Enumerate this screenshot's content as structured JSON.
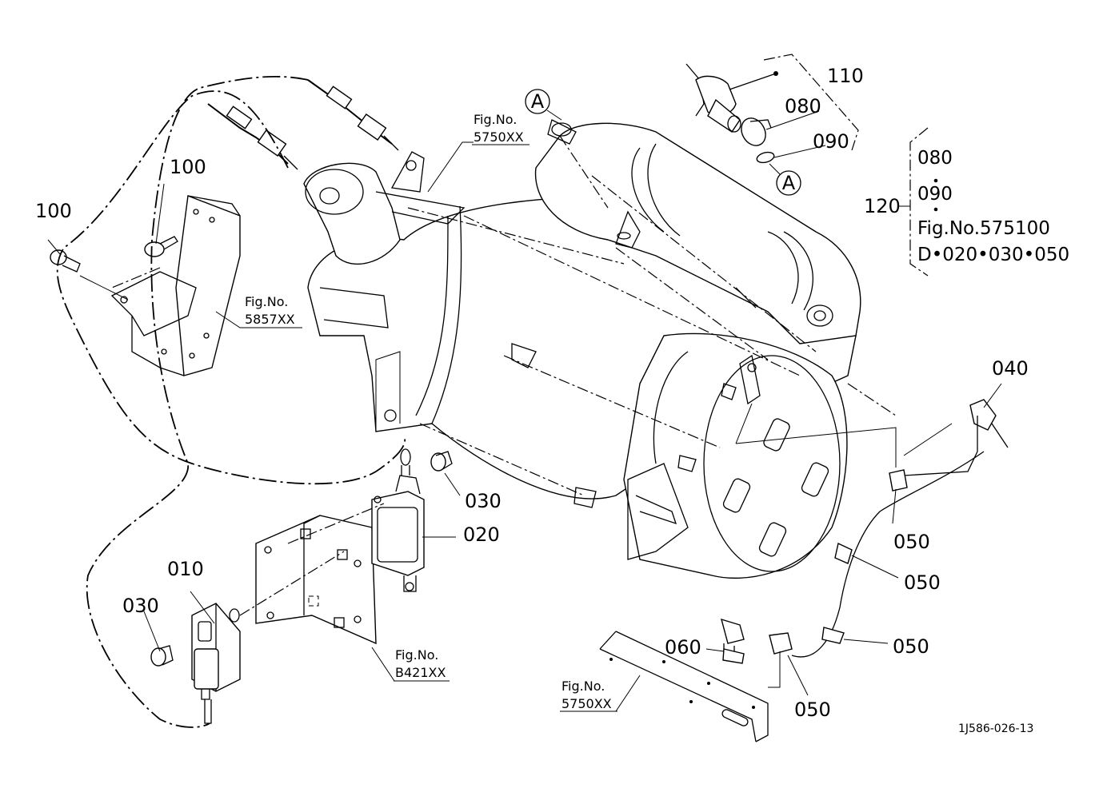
{
  "callouts": {
    "c010": "010",
    "c020": "020",
    "c030a": "030",
    "c030b": "030",
    "c040": "040",
    "c050a": "050",
    "c050b": "050",
    "c050c": "050",
    "c050d": "050",
    "c060": "060",
    "c080": "080",
    "c090": "090",
    "c100a": "100",
    "c100b": "100",
    "c110": "110",
    "c120": "120"
  },
  "markers": {
    "a1": "A",
    "a2": "A"
  },
  "fig_refs": {
    "fig_no": "Fig.No.",
    "r5750_top": "5750XX",
    "r5857": "5857XX",
    "rB421": "B421XX",
    "r5750_bottom": "5750XX"
  },
  "assembly_120": {
    "item1": "080",
    "item2": "090",
    "line3": "Fig.No.575100",
    "line4": "D•020•030•050"
  },
  "drawing_id": "1J586-026-13"
}
